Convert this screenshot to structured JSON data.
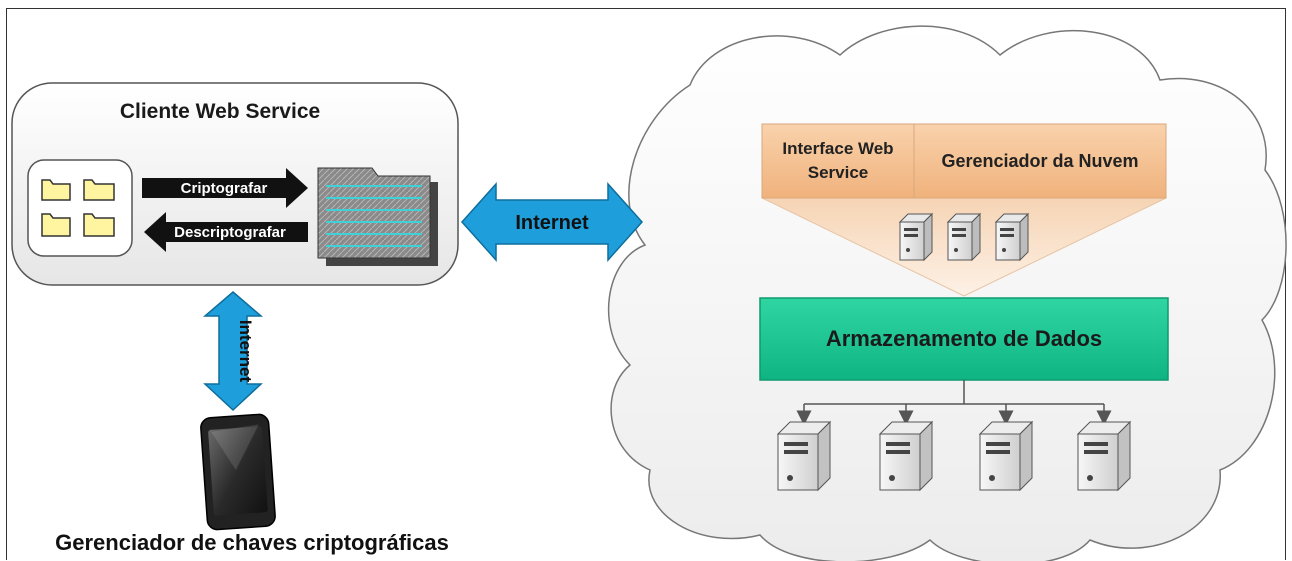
{
  "client": {
    "title": "Cliente Web Service",
    "encrypt_label": "Criptografar",
    "decrypt_label": "Descriptografar"
  },
  "link_main": {
    "label": "Internet"
  },
  "link_phone": {
    "label": "Internet"
  },
  "key_manager": {
    "label": "Gerenciador de chaves criptográficas"
  },
  "cloud": {
    "interface_line1": "Interface Web",
    "interface_line2": "Service",
    "manager_label": "Gerenciador da Nuvem",
    "storage_label": "Armazenamento de Dados"
  },
  "colors": {
    "arrow_blue": "#1e9fdc",
    "header_orange": "#f5c49a",
    "storage_green": "#14c08e",
    "folder_yellow": "#fff5a0"
  }
}
